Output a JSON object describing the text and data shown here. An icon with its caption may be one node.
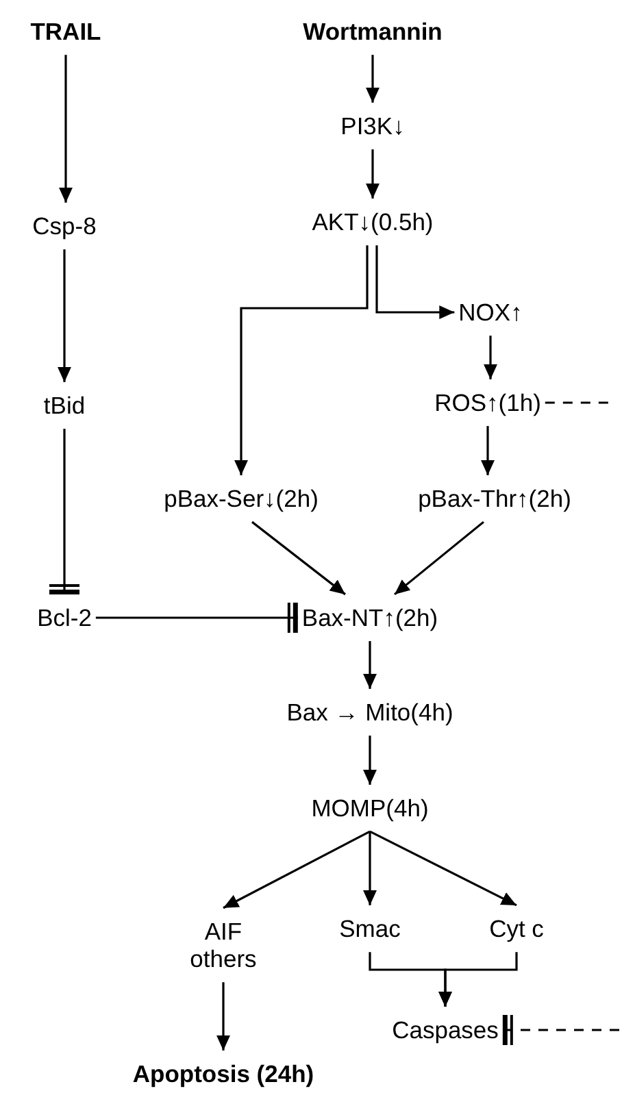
{
  "diagram": {
    "nodes": [
      {
        "text": [
          "TRAIL"
        ]
      },
      {
        "text": [
          "Wortmannin"
        ]
      },
      {
        "text": [
          "PI3K↓"
        ]
      },
      {
        "text": [
          "Csp-8"
        ]
      },
      {
        "text": [
          "AKT↓(0.5h)"
        ]
      },
      {
        "text": [
          "NOX↑"
        ]
      },
      {
        "text": [
          "tBid"
        ]
      },
      {
        "text": [
          "ROS↑(1h)"
        ]
      },
      {
        "text": [
          "pBax-Ser↓(2h)"
        ]
      },
      {
        "text": [
          "pBax-Thr↑(2h)"
        ]
      },
      {
        "text": [
          "Bcl-2"
        ]
      },
      {
        "text": [
          "Bax-NT↑(2h)"
        ]
      },
      {
        "text": [
          "Bax → Mito(4h)"
        ]
      },
      {
        "text": [
          "MOMP(4h)"
        ]
      },
      {
        "text": [
          "AIF others"
        ]
      },
      {
        "text": [
          "Smac"
        ]
      },
      {
        "text": [
          "Cyt c"
        ]
      },
      {
        "text": [
          "Caspases"
        ]
      },
      {
        "text": [
          "Apoptosis (24h)"
        ]
      }
    ],
    "edges": [
      {
        "from": 0,
        "to": 3,
        "arrow": "to"
      },
      {
        "from": 3,
        "to": 6,
        "arrow": "to"
      },
      {
        "from": 6,
        "to": 10,
        "arrow": "other"
      },
      {
        "from": 10,
        "to": 11,
        "arrow": "other"
      },
      {
        "from": 1,
        "to": 2,
        "arrow": "to"
      },
      {
        "from": 2,
        "to": 4,
        "arrow": "to"
      },
      {
        "from": 4,
        "to": 8,
        "arrow": "to"
      },
      {
        "from": 4,
        "to": 5,
        "arrow": "to"
      },
      {
        "from": 5,
        "to": 7,
        "arrow": "to"
      },
      {
        "from": 7,
        "to": 9,
        "arrow": "to"
      },
      {
        "from": 8,
        "to": 11,
        "arrow": "to"
      },
      {
        "from": 9,
        "to": 11,
        "arrow": "to"
      },
      {
        "from": 11,
        "to": 12,
        "arrow": "to"
      },
      {
        "from": 12,
        "to": 13,
        "arrow": "to"
      },
      {
        "from": 13,
        "to": 14,
        "arrow": "to"
      },
      {
        "from": 13,
        "to": 15,
        "arrow": "to"
      },
      {
        "from": 13,
        "to": 16,
        "arrow": "to"
      },
      {
        "from": 15,
        "to": 17,
        "arrow": "to"
      },
      {
        "from": 16,
        "to": 17,
        "arrow": "to"
      },
      {
        "from": 14,
        "to": 18,
        "arrow": "to"
      },
      {
        "from": 7,
        "to": null,
        "arrow": "none",
        "style": "dashed"
      },
      {
        "from": null,
        "to": 17,
        "arrow": "other",
        "style": "dashed"
      }
    ]
  }
}
